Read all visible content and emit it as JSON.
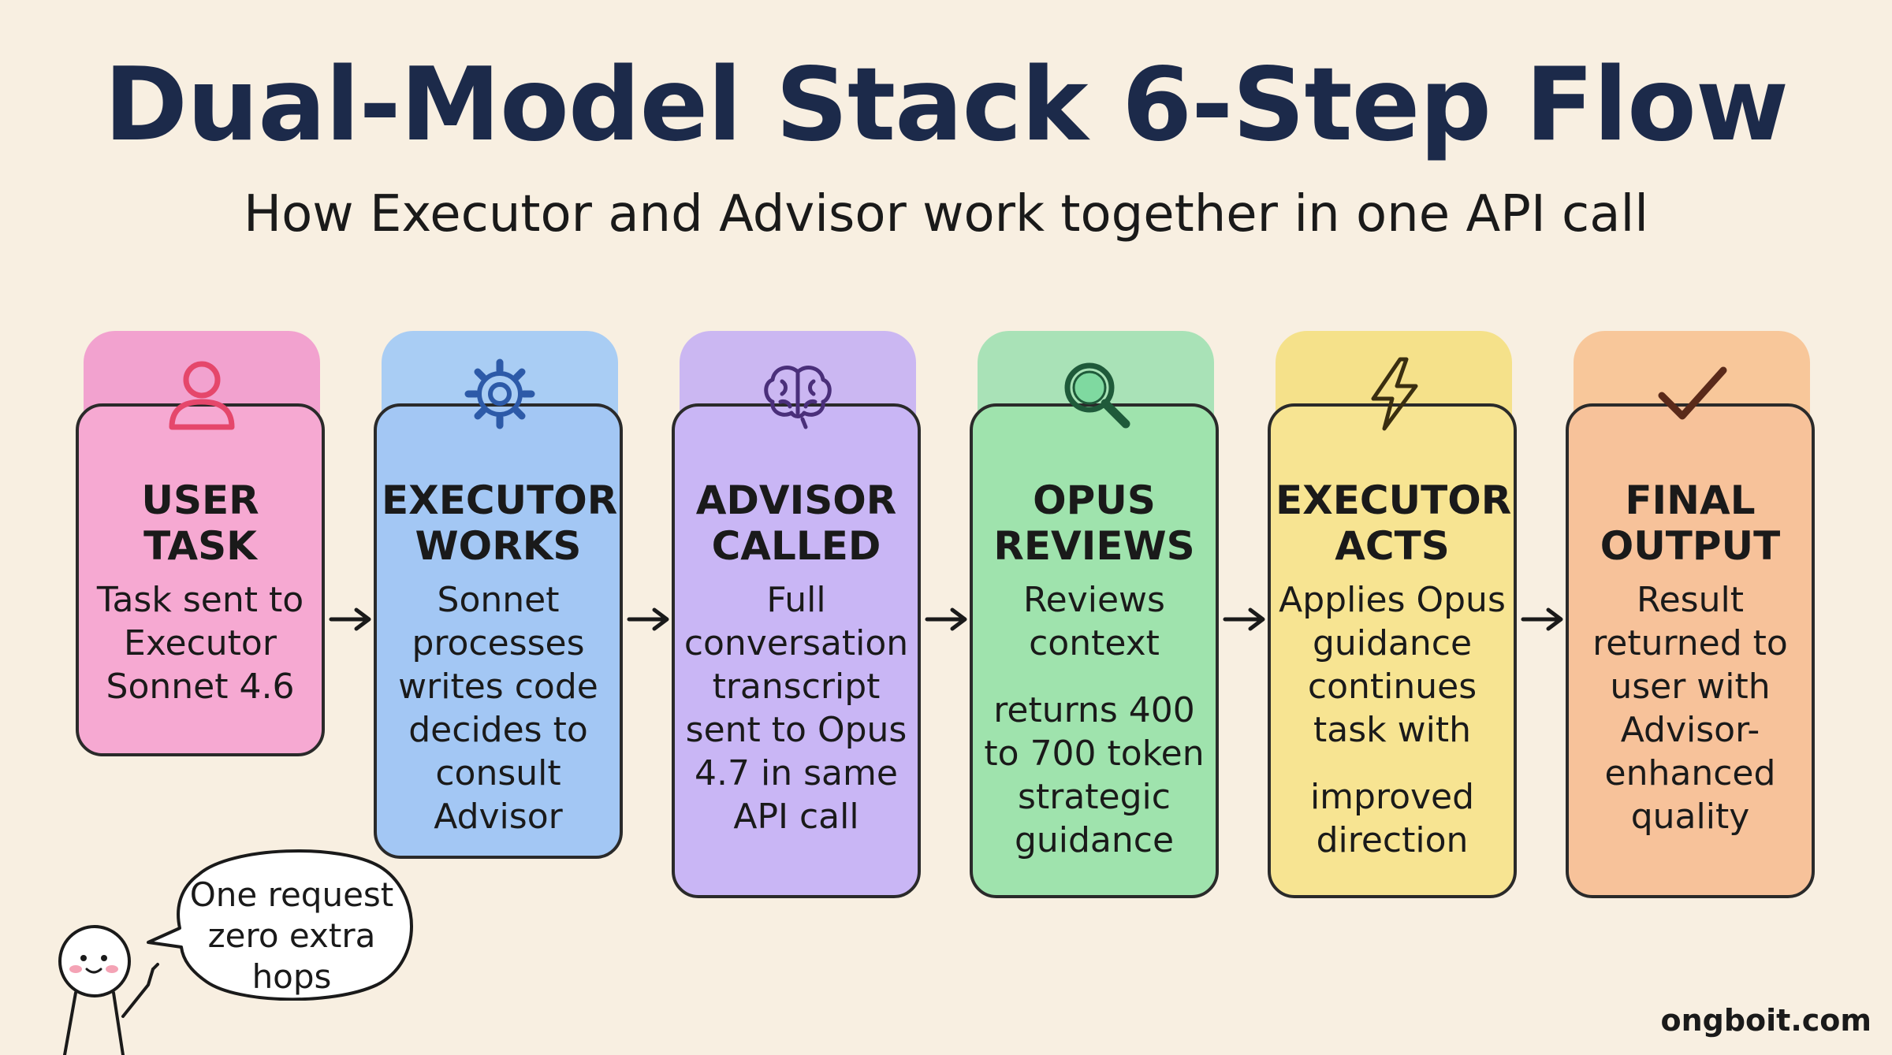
{
  "title": "Dual-Model Stack 6-Step Flow",
  "subtitle": "How Executor and Advisor work together in one API call",
  "steps": [
    {
      "icon": "user-icon",
      "tab_color": "#f2a2cf",
      "card_color": "#f6a9d2",
      "title": "USER TASK",
      "body": "Task sent to Executor Sonnet 4.6",
      "body2": ""
    },
    {
      "icon": "gear-icon",
      "tab_color": "#a9cdf4",
      "card_color": "#a3c7f4",
      "title": "EXECUTOR WORKS",
      "body": "Sonnet processes writes code decides to consult Advisor",
      "body2": ""
    },
    {
      "icon": "brain-icon",
      "tab_color": "#cbb7f2",
      "card_color": "#c9b6f5",
      "title": "ADVISOR CALLED",
      "body": "Full conversation transcript sent to Opus 4.7 in same API call",
      "body2": ""
    },
    {
      "icon": "magnifier-icon",
      "tab_color": "#a9e2b7",
      "card_color": "#9fe3ad",
      "title": "OPUS REVIEWS",
      "body": "Reviews context",
      "body2": "returns 400 to 700 token strategic guidance"
    },
    {
      "icon": "lightning-icon",
      "tab_color": "#f5e18a",
      "card_color": "#f7e492",
      "title": "EXECUTOR ACTS",
      "body": "Applies Opus guidance continues task with",
      "body2": "improved direction"
    },
    {
      "icon": "checkmark-icon",
      "tab_color": "#f8c79a",
      "card_color": "#f7c29a",
      "title": "FINAL OUTPUT",
      "body": "Result returned to user with Advisor-enhanced quality",
      "body2": ""
    }
  ],
  "callout": {
    "text": "One request zero extra hops"
  },
  "watermark": "ongboit.com"
}
